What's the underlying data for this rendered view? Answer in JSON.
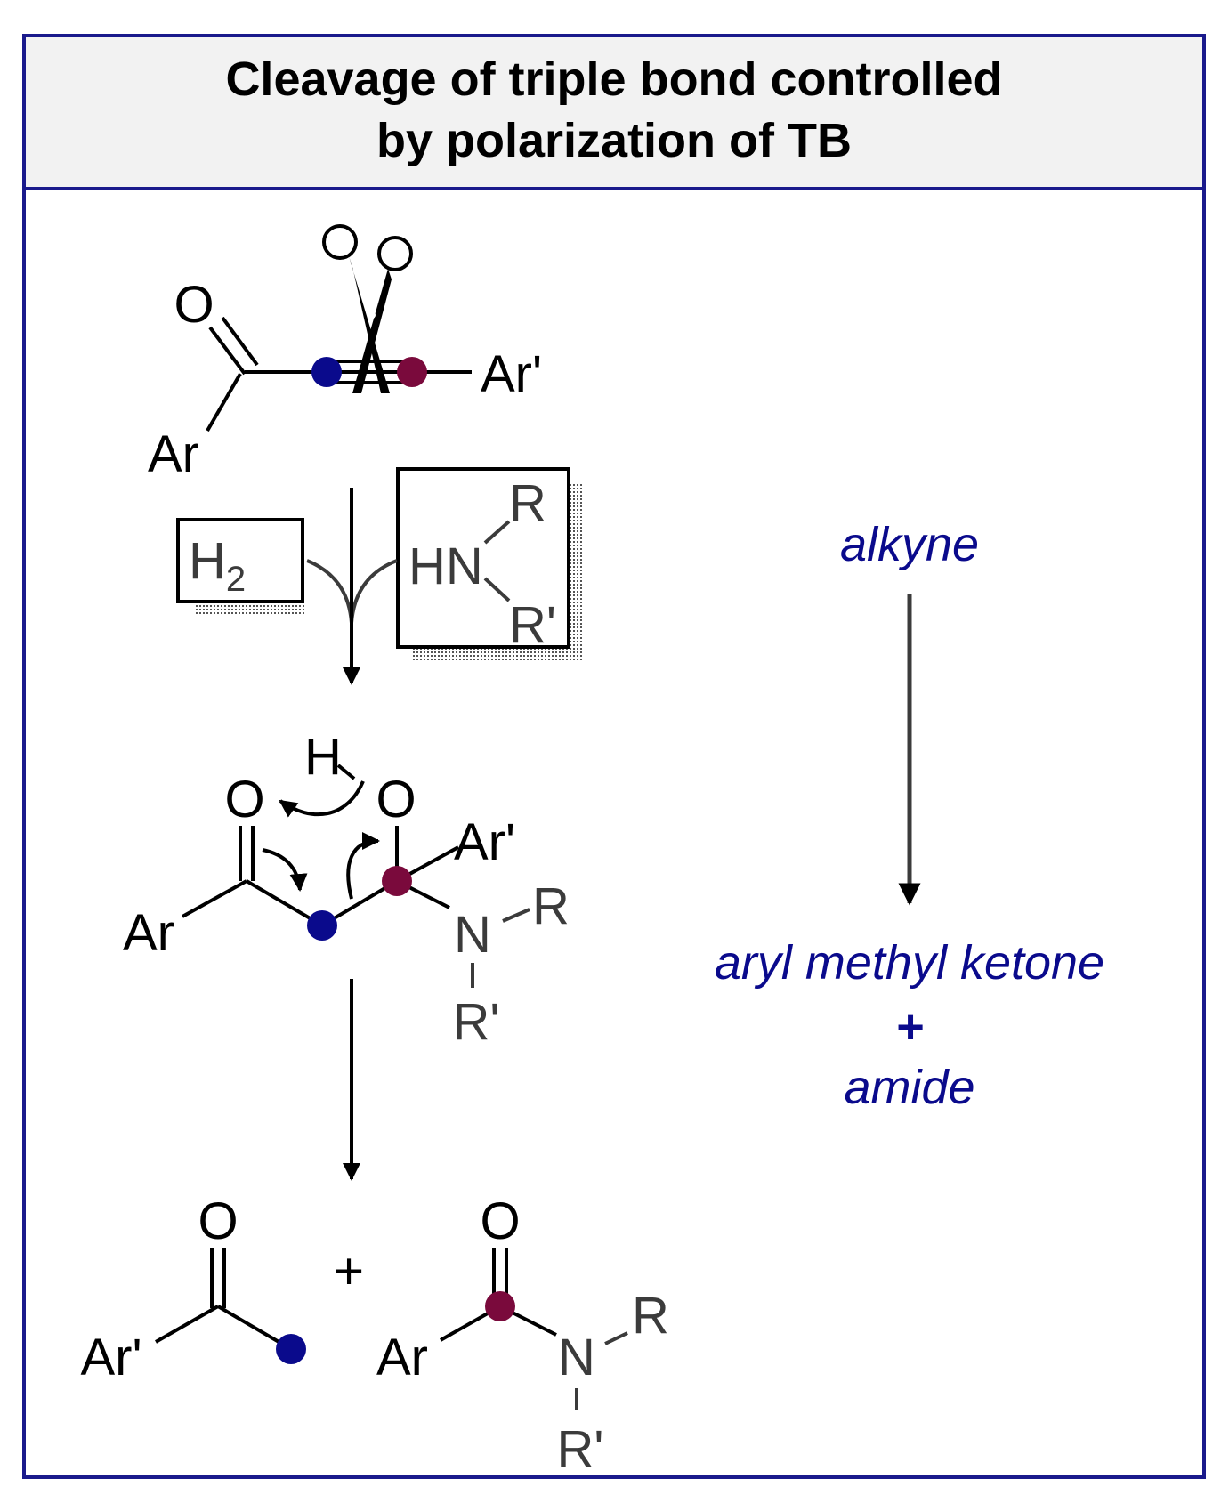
{
  "title": {
    "line1": "Cleavage of triple bond controlled",
    "line2": "by polarization of TB"
  },
  "labels": {
    "o": "O",
    "ar": "Ar",
    "ar_prime": "Ar'",
    "r": "R",
    "r_prime": "R'",
    "hn": "HN",
    "n": "N",
    "h": "H",
    "h2_h": "H",
    "h2_sub": "2",
    "plus": "+"
  },
  "side": {
    "top": "alkyne",
    "bottom1": "aryl methyl ketone",
    "plus": "+",
    "bottom2": "amide"
  },
  "colors": {
    "frame": "#1a1a8c",
    "title_bg": "#f2f2f2",
    "blue_atom": "#0a0a8c",
    "red_atom": "#7a0a3c",
    "side_text": "#0a0a8c",
    "gray_text": "#3b3b3b"
  }
}
